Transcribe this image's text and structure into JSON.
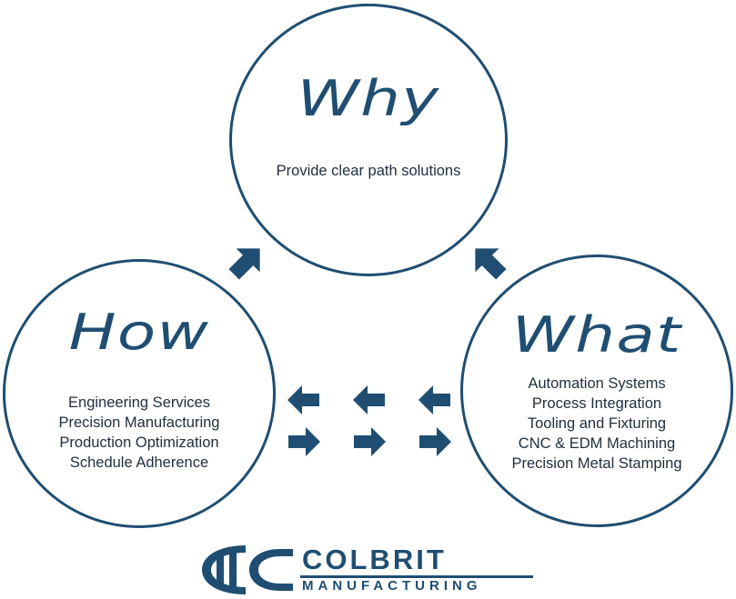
{
  "colors": {
    "accent": "#1f4e72",
    "text": "#1e2e3e",
    "background": "#ffffff"
  },
  "why": {
    "title": "Why",
    "lines": [
      "Provide clear path solutions"
    ]
  },
  "how": {
    "title": "How",
    "lines": [
      "Engineering Services",
      "Precision Manufacturing",
      "Production Optimization",
      "Schedule Adherence"
    ]
  },
  "what": {
    "title": "What",
    "lines": [
      "Automation Systems",
      "Process Integration",
      "Tooling and Fixturing",
      "CNC & EDM Machining",
      "Precision Metal Stamping"
    ]
  },
  "arrows": {
    "up_icon": "arrow-up-right-icon",
    "up_left_icon": "arrow-up-left-icon",
    "left_icon": "arrow-left-icon",
    "right_icon": "arrow-right-icon"
  },
  "logo": {
    "name": "COLBRIT",
    "tagline": "MANUFACTURING"
  }
}
